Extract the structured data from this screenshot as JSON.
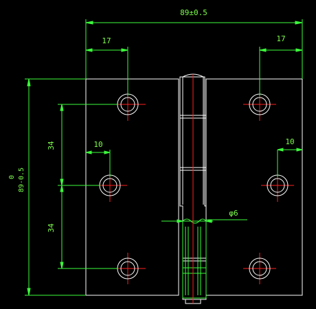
{
  "drawing": {
    "dimensions": {
      "overall_width": "89±0.5",
      "overall_height_nominal": "89",
      "overall_height_tolerance": "0",
      "overall_height_lower": "-0.5",
      "hole_offset_top_left": "17",
      "hole_offset_top_right": "17",
      "hole_edge_left": "10",
      "hole_edge_right": "10",
      "hole_pitch_upper": "34",
      "hole_pitch_lower": "34",
      "pin_diameter": "φ6"
    },
    "colors": {
      "background": "#000000",
      "outline": "#ffffff",
      "dimension": "#3cff3c",
      "dimension_text": "#7dff4a",
      "centerline": "#ff2020",
      "section_hatch": "#3cff3c"
    }
  }
}
